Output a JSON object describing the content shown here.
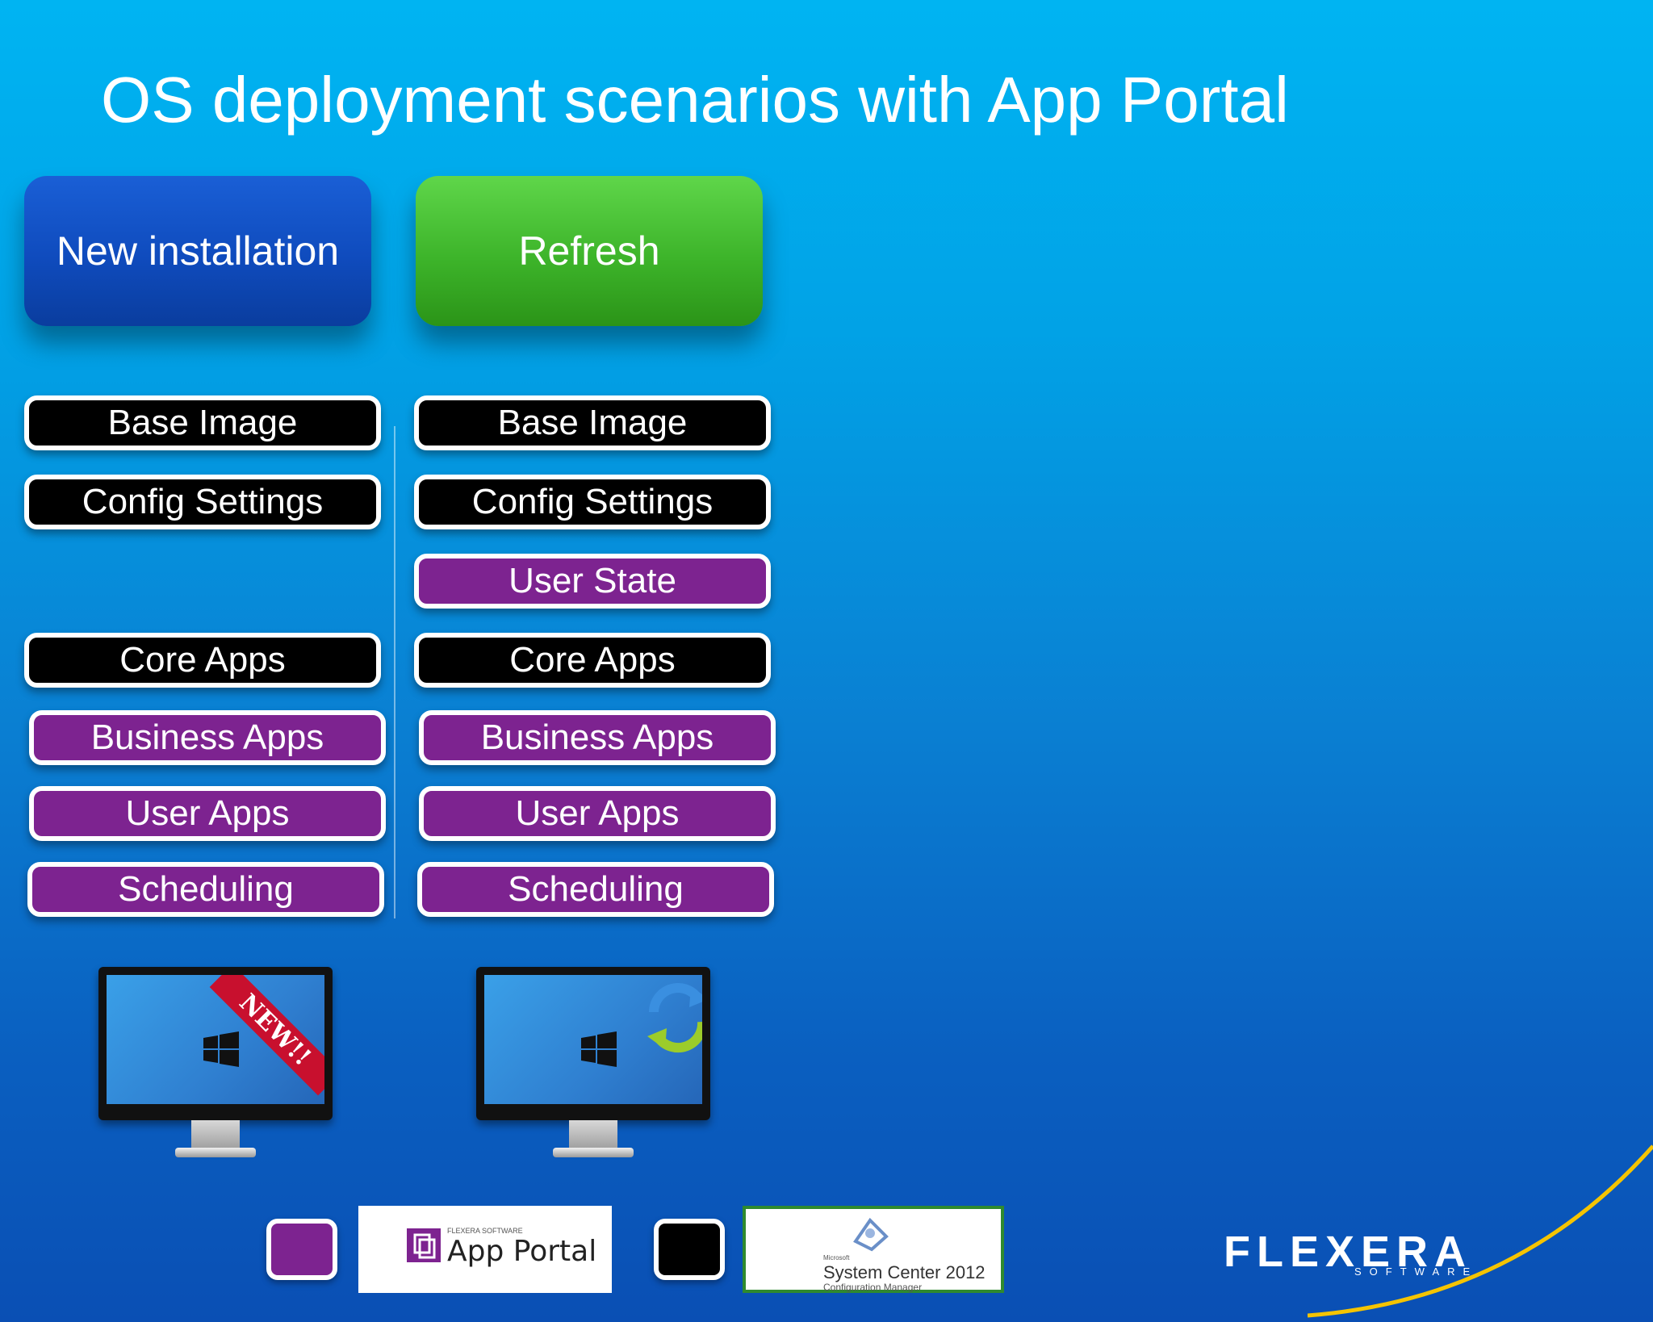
{
  "slide": {
    "title": "OS deployment scenarios with App Portal"
  },
  "columns": {
    "new": {
      "header": "New installation",
      "steps": [
        "Base Image",
        "Config Settings",
        "Core Apps",
        "Business Apps",
        "User Apps",
        "Scheduling"
      ],
      "badge": "NEW!!"
    },
    "refresh": {
      "header": "Refresh",
      "steps": [
        "Base Image",
        "Config Settings",
        "User State",
        "Core Apps",
        "Business Apps",
        "User Apps",
        "Scheduling"
      ]
    }
  },
  "legend": {
    "app_portal_vendor": "FLEXERA SOFTWARE",
    "app_portal_name": "App Portal",
    "sccm_vendor": "Microsoft",
    "sccm_name": "System Center 2012",
    "sccm_sub": "Configuration Manager"
  },
  "brand": {
    "name": "FLEXERA",
    "sub": "SOFTWARE"
  },
  "colors": {
    "black_step": "#000000",
    "purple_step": "#7d2390",
    "new_header": "#0f4bbd",
    "refresh_header": "#3db42a"
  },
  "icons": [
    "windows-logo-icon",
    "refresh-arrows-icon",
    "app-portal-logo-icon",
    "system-center-logo-icon"
  ]
}
